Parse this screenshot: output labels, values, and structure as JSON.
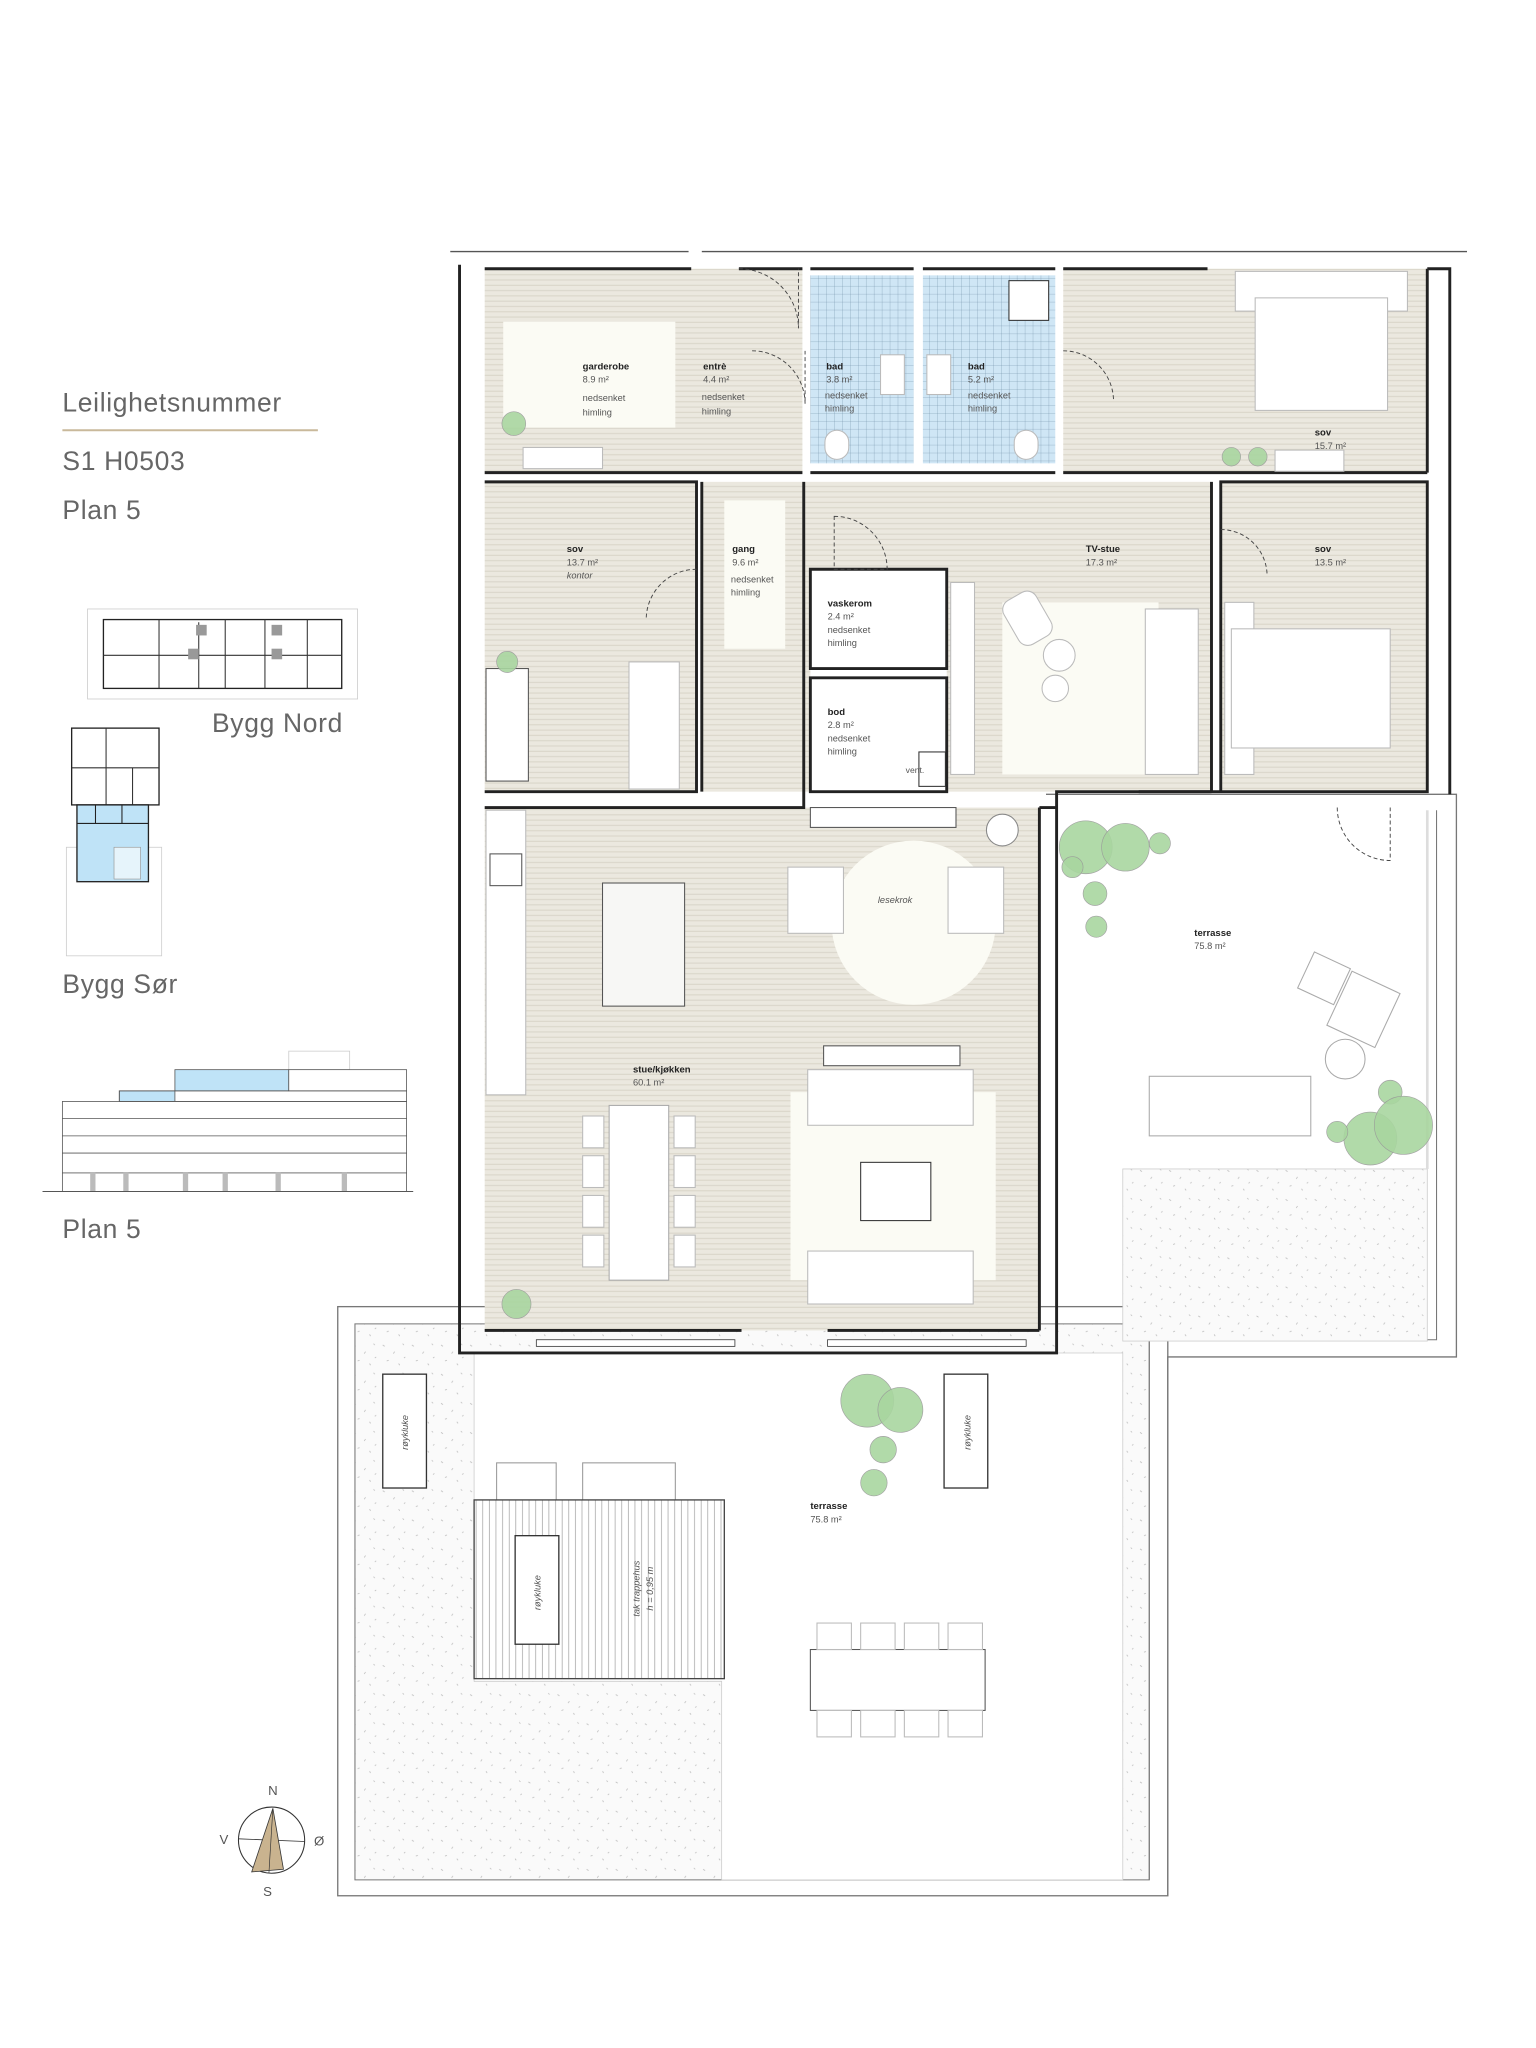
{
  "info": {
    "heading": "Leilighetsnummer",
    "unit_number": "S1 H0503",
    "floor": "Plan 5",
    "building_north": "Bygg Nord",
    "building_south": "Bygg Sør",
    "elevation_floor": "Plan 5",
    "accent_line_color": "#c9b99b",
    "highlight_color": "#bfe3f7"
  },
  "rooms": {
    "garderobe": {
      "name": "garderobe",
      "area": "8.9 m²",
      "note1": "nedsenket",
      "note2": "himling"
    },
    "entre": {
      "name": "entrè",
      "area": "4.4 m²",
      "note1": "nedsenket",
      "note2": "himling"
    },
    "bad1": {
      "name": "bad",
      "area": "3.8 m²",
      "note1": "nedsenket",
      "note2": "himling"
    },
    "bad2": {
      "name": "bad",
      "area": "5.2 m²",
      "note1": "nedsenket",
      "note2": "himling"
    },
    "sov1": {
      "name": "sov",
      "area": "15.7 m²"
    },
    "sov2": {
      "name": "sov",
      "area": "13.7 m²",
      "note1": "kontor"
    },
    "gang": {
      "name": "gang",
      "area": "9.6 m²",
      "note1": "nedsenket",
      "note2": "himling"
    },
    "vaskerom": {
      "name": "vaskerom",
      "area": "2.4 m²",
      "note1": "nedsenket",
      "note2": "himling"
    },
    "bod": {
      "name": "bod",
      "area": "2.8 m²",
      "note1": "nedsenket",
      "note2": "himling",
      "vent": "vent."
    },
    "tvstue": {
      "name": "TV-stue",
      "area": "17.3 m²"
    },
    "sov3": {
      "name": "sov",
      "area": "13.5 m²"
    },
    "lesekrok": {
      "name": "lesekrok"
    },
    "stue": {
      "name": "stue/kjøkken",
      "area": "60.1 m²"
    },
    "terrasse1": {
      "name": "terrasse",
      "area": "75.8 m²"
    },
    "terrasse2": {
      "name": "terrasse",
      "area": "75.8 m²"
    }
  },
  "roof": {
    "hatch": "røykluke",
    "stair_roof": "tak trappehus",
    "stair_height": "h = 0,95 m"
  },
  "compass": {
    "n": "N",
    "s": "S",
    "w": "V",
    "e": "Ø"
  }
}
